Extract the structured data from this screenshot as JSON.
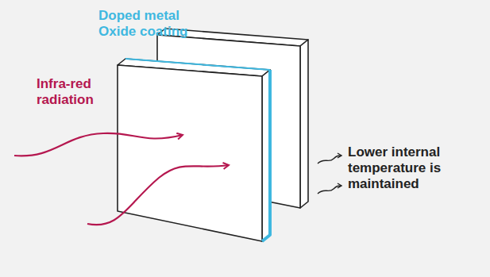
{
  "diagram": {
    "labels": [
      "Doped metal Oxide coating",
      "Infra-red radiation",
      "Lower internal temperature is maintained"
    ]
  }
}
